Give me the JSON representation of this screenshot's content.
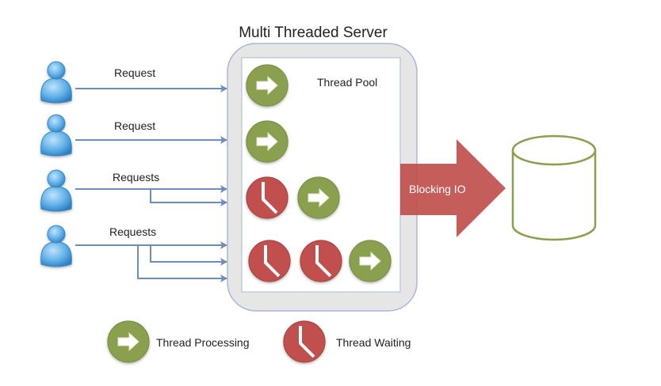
{
  "title": "Multi Threaded Server",
  "thread_pool_label": "Thread Pool",
  "blocking_io_label": "Blocking IO",
  "clients": [
    {
      "label": "Request",
      "icon": "user-icon",
      "request_count": 1
    },
    {
      "label": "Request",
      "icon": "user-icon",
      "request_count": 1
    },
    {
      "label": "Requests",
      "icon": "user-icon",
      "request_count": 2
    },
    {
      "label": "Requests",
      "icon": "user-icon",
      "request_count": 3
    }
  ],
  "thread_rows": [
    [
      "processing"
    ],
    [
      "processing"
    ],
    [
      "waiting",
      "processing"
    ],
    [
      "waiting",
      "waiting",
      "processing"
    ]
  ],
  "database": {
    "icon": "database-icon"
  },
  "legend": [
    {
      "type": "processing",
      "label": "Thread Processing",
      "icon": "arrow-right-icon"
    },
    {
      "type": "waiting",
      "label": "Thread Waiting",
      "icon": "clock-icon"
    }
  ],
  "colors": {
    "processing": "#8aa04f",
    "waiting": "#c0504d",
    "user": "#4a9fdc",
    "connector": "#6c8ebf",
    "server_fill": "#e6e6e6",
    "server_border": "#a8b9d6",
    "database_stroke": "#8aa04f",
    "blocking_io": "#c0504d"
  }
}
